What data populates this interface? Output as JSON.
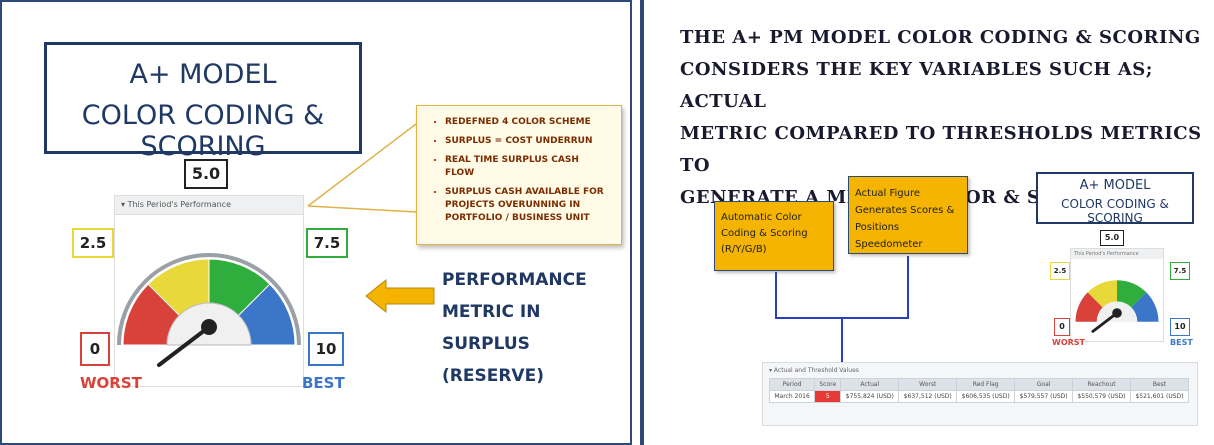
{
  "left_panel": {
    "title_line1": "A+ MODEL",
    "title_line2": "COLOR CODING & SCORING",
    "current_score": "5.0",
    "gauge_header": "This Period's Performance",
    "scale": {
      "low_mid": "2.5",
      "high_mid": "7.5",
      "min": "0",
      "max": "10"
    },
    "worst_label": "WORST",
    "best_label": "BEST",
    "bullets": [
      "REDEFNED 4 COLOR SCHEME",
      "SURPLUS = COST UNDERRUN",
      "REAL TIME SURPLUS CASH FLOW",
      "SURPLUS CASH AVAILABLE FOR PROJECTS OVERUNNING IN PORTFOLIO / BUSINESS UNIT"
    ],
    "perf_line1": "PERFORMANCE",
    "perf_line2": "METRIC IN",
    "perf_line3": "SURPLUS (RESERVE)"
  },
  "right_panel": {
    "heading_line1": "THE A+ PM MODEL COLOR CODING & SCORING",
    "heading_line2": "CONSIDERS THE KEY VARIABLES SUCH AS; ACTUAL",
    "heading_line3": "METRIC COMPARED TO THRESHOLDS METRICS TO",
    "heading_line4": "GENERATE A METRIC COLOR & SCORE (0 – 10)",
    "box_auto": "Automatic Color Coding & Scoring (R/Y/G/B)",
    "box_actual": "Actual Figure Generates Scores & Positions Speedometer",
    "mini_title_line1": "A+ MODEL",
    "mini_title_line2": "COLOR CODING & SCORING",
    "mini_score": "5.0",
    "mini_gauge_header": "This Period's Performance",
    "mini_scale": {
      "low_mid": "2.5",
      "high_mid": "7.5",
      "min": "0",
      "max": "10"
    },
    "mini_worst": "WORST",
    "mini_best": "BEST",
    "table_caption": "Actual and Threshold Values",
    "table_headers": [
      "Period",
      "Score",
      "Actual",
      "Worst",
      "Red Flag",
      "Goal",
      "Reachout",
      "Best"
    ],
    "table_row": [
      "March 2016",
      "5",
      "$755,824 (USD)",
      "$637,512 (USD)",
      "$606,535 (USD)",
      "$579,557 (USD)",
      "$550,579 (USD)",
      "$521,601 (USD)"
    ]
  },
  "colors": {
    "red": "#d9413b",
    "yellow": "#e8d83a",
    "green": "#2fae3e",
    "blue": "#3b76c9",
    "navy": "#1f3864",
    "arrow": "#f4b400"
  }
}
